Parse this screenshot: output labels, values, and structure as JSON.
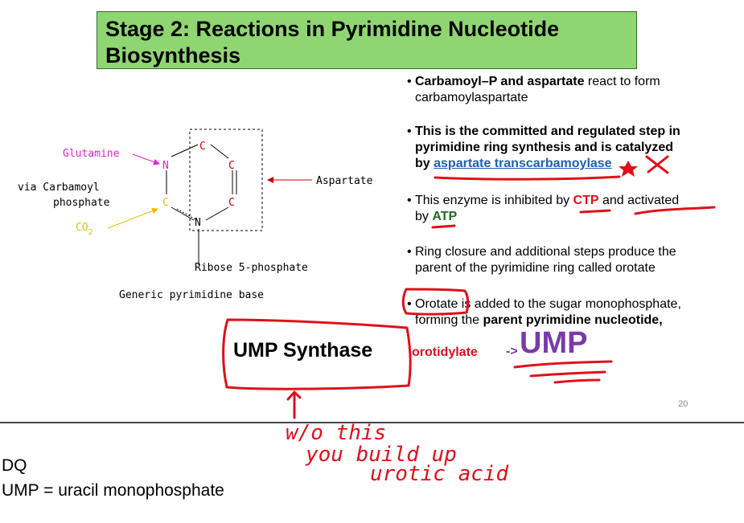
{
  "title": {
    "line1": "Stage 2:  Reactions in Pyrimidine Nucleotide",
    "line2": "Biosynthesis"
  },
  "diagram": {
    "glutamine": "Glutamine",
    "carbamoyl_line1": "via Carbamoyl",
    "carbamoyl_line2": "phosphate",
    "co2_main": "CO",
    "co2_sub": "2",
    "aspartate": "Aspartate",
    "ribose": "Ribose 5-phosphate",
    "caption": "Generic pyrimidine base",
    "atoms": {
      "n1": "N",
      "n2": "N",
      "c1": "C",
      "c2": "C",
      "c3": "C",
      "c4": "C"
    }
  },
  "bullets": {
    "b1_bold": "Carbamoyl–P and aspartate",
    "b1_rest1": " react to form",
    "b1_rest2": "carbamoylaspartate",
    "b2_line1": "This is the committed and regulated step in",
    "b2_line2": "pyrimidine ring synthesis and is catalyzed",
    "b2_by": "by ",
    "b2_link": "aspartate transcarbamoylase",
    "b3_pre": "This enzyme is inhibited by ",
    "b3_ctp": "CTP",
    "b3_mid": " and activated",
    "b3_by": "by ",
    "b3_atp": "ATP",
    "b4_line1": "Ring closure and additional steps produce the",
    "b4_line2": "parent of the pyrimidine ring called orotate",
    "b5_pre": "Orotate is added to the sugar monophosphate,",
    "b5_forming": "forming the ",
    "b5_bold": "parent pyrimidine nucleotide,"
  },
  "ump_synthase": "UMP Synthase",
  "orotidylate": "orotidylate",
  "arrow": "->",
  "ump": "UMP",
  "page_number": "20",
  "notes": {
    "line1": "DQ",
    "line2": "UMP = uracil monophosphate"
  },
  "handwriting": {
    "line1": "w/o this",
    "line2": "you build up",
    "line3": "urotic acid"
  },
  "colors": {
    "title_bg": "#8fd672",
    "red": "#e0101a",
    "purple": "#7a3aa8",
    "link": "#1f5fb8",
    "glutamine": "#e020e0",
    "co2": "#e8c000"
  }
}
